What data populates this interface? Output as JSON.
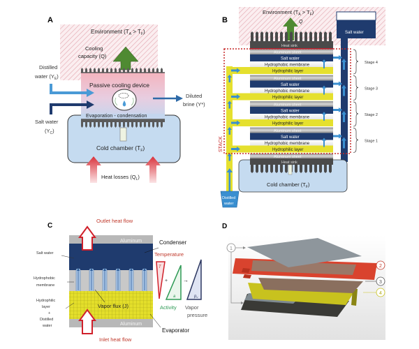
{
  "panels": {
    "A": {
      "letter": "A",
      "environment": "Environment (T",
      "environment_sub_a": "A",
      "environment_gt": " > T",
      "environment_sub_f": "F",
      "environment_close": ")",
      "cooling_line1": "Cooling",
      "cooling_line2": "capacity (Q)",
      "distilled_line1": "Distilled",
      "distilled_line2": "water (Y",
      "distilled_sub": "E",
      "distilled_close": ")",
      "salt_line1": "Salt water",
      "salt_line2": "(Y",
      "salt_sub": "C",
      "salt_close": ")",
      "device": "Passive cooling device",
      "evap": "Evaporation - condensation",
      "brine_line1": "Diluted",
      "brine_line2": "brine (Y*)",
      "cold": "Cold chamber (T",
      "cold_sub": "F",
      "cold_close": ")",
      "heat_losses": "Heat losses (Q",
      "heat_sub": "L",
      "heat_close": ")"
    },
    "B": {
      "letter": "B",
      "environment": "Environment (T",
      "environment_sub_a": "A",
      "environment_gt": " > T",
      "environment_sub_f": "F",
      "environment_close": ")",
      "q": "Q",
      "salt_tank": "Salt water",
      "heat_sink": "Heat sink",
      "stack_label": "STACK",
      "cold": "Cold chamber (T",
      "cold_sub": "F",
      "cold_close": ")",
      "distilled_line1": "Distilled",
      "distilled_line2": "water",
      "stages": [
        {
          "label": "Stage 4",
          "aluminum": "Aluminum sheet",
          "salt": "Salt water",
          "membrane": "Hydrophobic membrane",
          "hydrophilic": "Hydrophilic layer"
        },
        {
          "label": "Stage 3",
          "aluminum": "Aluminum sheet",
          "salt": "Salt water",
          "membrane": "Hydrophobic membrane",
          "hydrophilic": "Hydrophilic layer"
        },
        {
          "label": "Stage 2",
          "aluminum": "Aluminum sheet",
          "salt": "Salt water",
          "membrane": "Hydrophobic membrane",
          "hydrophilic": "Hydrophilic layer"
        },
        {
          "label": "Stage 1",
          "aluminum": "Aluminum sheet",
          "salt": "Salt water",
          "membrane": "Hydrophobic membrane",
          "hydrophilic": "Hydrophilic layer"
        }
      ],
      "bottom_aluminum": "Aluminum sheet"
    },
    "C": {
      "letter": "C",
      "outlet": "Outlet heat flow",
      "inlet": "Inlet heat flow",
      "aluminum_top": "Aluminum",
      "aluminum_bottom": "Aluminum",
      "condenser": "Condenser",
      "evaporator": "Evaporator",
      "salt_water": "Salt water",
      "membrane_line1": "Hydrophobic",
      "membrane_line2": "membrane",
      "hydrophilic_lines": [
        "Hydrophilic",
        "layer",
        "+",
        "Distilled",
        "water"
      ],
      "vapor_flux": "Vapor flux (J)",
      "temperature": "Temperature",
      "t_symbol": "T",
      "plus": "+",
      "a_symbol": "a",
      "arrow": "→",
      "pv_symbol": "p",
      "pv_sub": "v",
      "activity": "Activity",
      "vapor_line1": "Vapor",
      "vapor_line2": "pressure"
    },
    "D": {
      "letter": "D",
      "callouts": [
        "1",
        "2",
        "3",
        "4"
      ]
    }
  },
  "colors": {
    "navy": "#1f3b6e",
    "blue_arrow": "#3a8fd0",
    "yellow": "#e5e02e",
    "pink": "#f2b7c0",
    "cold_blue": "#c5dbf0",
    "green": "#4f8a32",
    "red": "#d0202a",
    "gray": "#9a9a9a",
    "dark_sink": "#4a4a4a"
  }
}
